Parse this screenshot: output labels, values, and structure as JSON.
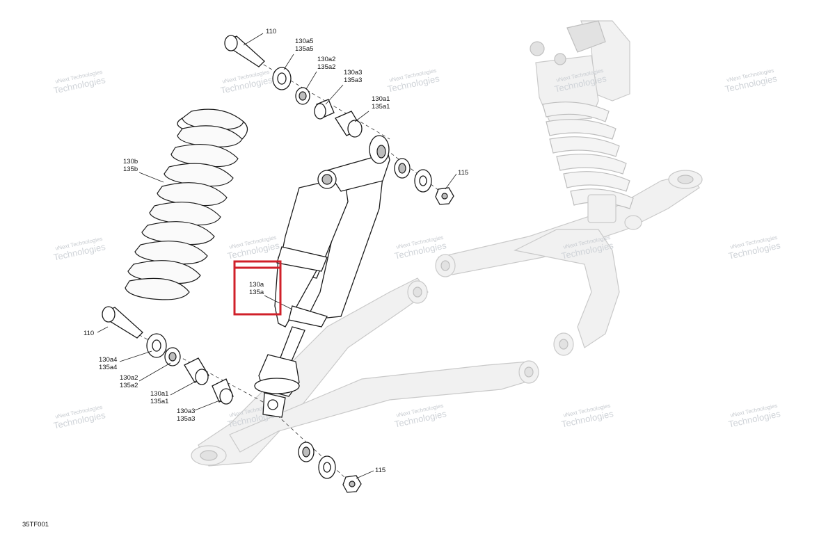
{
  "diagram_id": "35TF001",
  "watermark": {
    "line1": "vNext Technologies",
    "line2": "Technologies"
  },
  "labels": {
    "bolt_top": "110",
    "washer_top_1": "130a5",
    "washer_top_2": "135a5",
    "ring_top_1": "130a2",
    "ring_top_2": "135a2",
    "bushing_top_1": "130a3",
    "bushing_top_2": "135a3",
    "sleeve_top_1": "130a1",
    "sleeve_top_2": "135a1",
    "nut_top": "115",
    "spring_1": "130b",
    "spring_2": "135b",
    "shock_1": "130a",
    "shock_2": "135a",
    "bolt_bottom": "110",
    "washer_bottom_1": "130a4",
    "washer_bottom_2": "135a4",
    "ring_bottom_1": "130a2",
    "ring_bottom_2": "135a2",
    "sleeve_bottom_1": "130a1",
    "sleeve_bottom_2": "135a1",
    "bushing_bottom_1": "130a3",
    "bushing_bottom_2": "135a3",
    "nut_bottom": "115"
  },
  "colors": {
    "highlight": "#d0202a",
    "ghost": "#c9c9c9",
    "ink": "#1a1a1a"
  }
}
